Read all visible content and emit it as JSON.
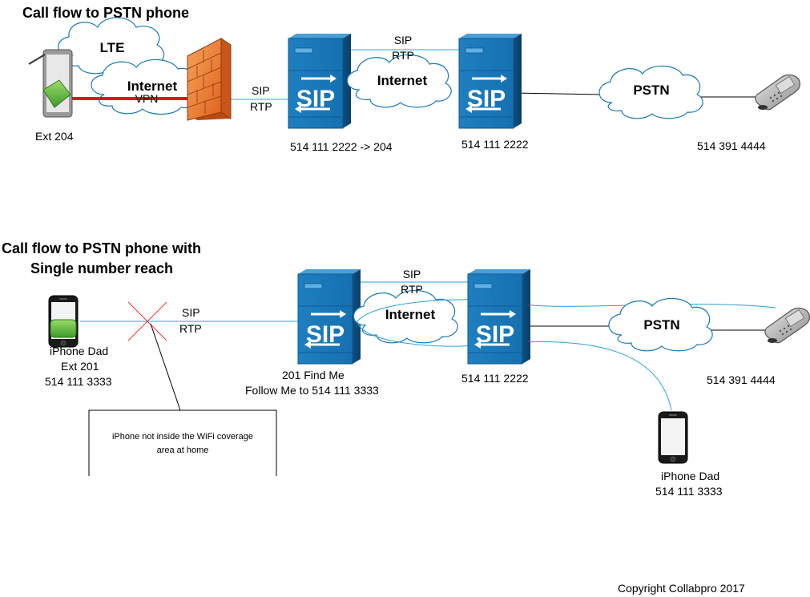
{
  "diagram1": {
    "title": "Call flow to PSTN phone",
    "cloud_lte": "LTE",
    "cloud_internet_left": "Internet",
    "vpn_label": "VPN",
    "ext_label": "Ext 204",
    "sip_label": "SIP",
    "rtp_label": "RTP",
    "sip_top": "SIP",
    "rtp_top": "RTP",
    "cloud_internet_mid": "Internet",
    "cloud_pstn": "PSTN",
    "server1_caption": "514 111 2222 -> 204",
    "server2_caption": "514 111 2222",
    "phone_caption": "514 391 4444",
    "server_logo": "SIP"
  },
  "diagram2": {
    "title_line1": "Call flow to PSTN phone with",
    "title_line2": "Single number reach",
    "iphone_line1": "iPhone Dad",
    "iphone_line2": "Ext 201",
    "iphone_line3": "514 111 3333",
    "sip_label": "SIP",
    "rtp_label": "RTP",
    "sip_top": "SIP",
    "rtp_top": "RTP",
    "cloud_internet": "Internet",
    "cloud_pstn": "PSTN",
    "server1_caption_line1": "201 Find Me",
    "server1_caption_line2": "Follow Me to 514 111 3333",
    "server2_caption": "514 111 2222",
    "phone_caption": "514 391 4444",
    "note_line1": "iPhone not inside the WiFi coverage",
    "note_line2": "area at home",
    "iphone2_line1": "iPhone Dad",
    "iphone2_line2": "514 111 3333",
    "server_logo": "SIP"
  },
  "copyright": "Copyright Collabpro 2017"
}
